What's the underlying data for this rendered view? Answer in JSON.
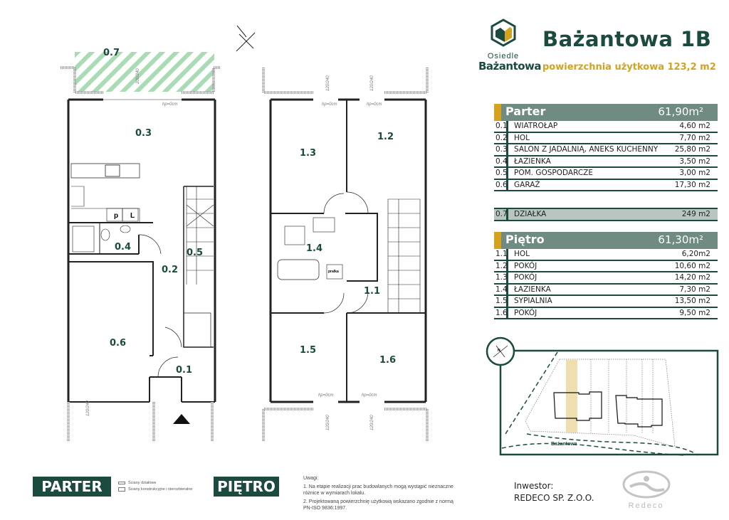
{
  "header": {
    "logo_line1": "Osiedle",
    "logo_line2": "Bażantowa",
    "title": "Bażantowa 1B",
    "subtitle": "powierzchnia użytkowa 123,2 m2"
  },
  "parter_table": {
    "name": "Parter",
    "area": "61,90m²",
    "rows": [
      {
        "code": "0.1",
        "label": "WIATROŁAP",
        "value": "4,60 m2"
      },
      {
        "code": "0.2",
        "label": "HOL",
        "value": "7,70 m2"
      },
      {
        "code": "0.3",
        "label": "SALON Z JADALNIĄ, ANEKS KUCHENNY",
        "value": "25,80 m2"
      },
      {
        "code": "0.4",
        "label": "ŁAZIENKA",
        "value": "3,50 m2"
      },
      {
        "code": "0.5",
        "label": "POM. GOSPODARCZE",
        "value": "3,00 m2"
      },
      {
        "code": "0.6",
        "label": "GARAŻ",
        "value": "17,30 m2"
      }
    ],
    "plot": {
      "code": "0.7",
      "label": "DZIAŁKA",
      "value": "249 m2"
    }
  },
  "pietro_table": {
    "name": "Piętro",
    "area": "61,30m²",
    "rows": [
      {
        "code": "1.1",
        "label": "HOL",
        "value": "6,20m2"
      },
      {
        "code": "1.2",
        "label": "POKÓJ",
        "value": "10,60 m2"
      },
      {
        "code": "1.3",
        "label": "POKÓJ",
        "value": "14,20 m2"
      },
      {
        "code": "1.4",
        "label": "ŁAZIENKA",
        "value": "7,30 m2"
      },
      {
        "code": "1.5",
        "label": "SYPIALNIA",
        "value": "13,50 m2"
      },
      {
        "code": "1.6",
        "label": "POKÓJ",
        "value": "9,50 m2"
      }
    ]
  },
  "plan_parter": {
    "rooms": [
      "0.7",
      "0.3",
      "0.4",
      "0.5",
      "0.2",
      "0.6",
      "0.1"
    ],
    "fixtures": {
      "p": "p",
      "l": "L"
    },
    "dims": {
      "window": "200/240",
      "door": "120/240",
      "level": "hp=0cm"
    }
  },
  "plan_pietro": {
    "rooms": [
      "1.3",
      "1.2",
      "1.4",
      "1.1",
      "1.5",
      "1.6"
    ],
    "washer": "pralka",
    "dims": {
      "window": "120/240",
      "level": "hp=0cm"
    }
  },
  "site_map": {
    "street": "Bażantowa",
    "north": "N"
  },
  "legend": {
    "parter_badge": "PARTER",
    "pietro_badge": "PIĘTRO",
    "items": [
      "Ściany działowe",
      "Ściany konstrukcyjne i nierozbieralne"
    ]
  },
  "notes": {
    "title": "Uwagi:",
    "items": [
      "1. Na etapie realizacji prac budowlanych mogą wystąpić nieznaczne różnice w wymiarach lokalu.",
      "2. Projektowaną powierzchnię użytkową wskazano zgodnie z normą PN-ISO 9836:1997."
    ]
  },
  "investor": {
    "label": "Inwestor:",
    "name": "REDECO SP. Z.O.O.",
    "logo_text": "Redeco"
  },
  "colors": {
    "brand": "#1b4a3f",
    "accent": "#d4a21f",
    "header": "#6f8b82",
    "plot_hatch": "#8fd19e",
    "plot_highlight": "#f0dfae"
  }
}
